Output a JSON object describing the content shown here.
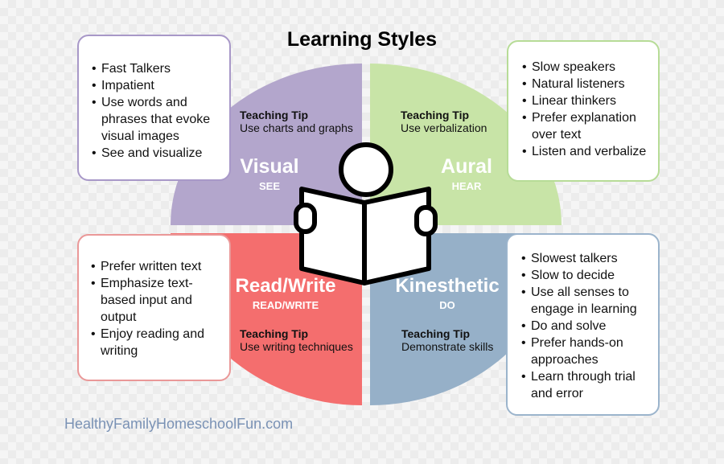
{
  "title": "Learning Styles",
  "colors": {
    "visual": "#b3a6cc",
    "aural": "#c8e4a7",
    "readwrite": "#f46e6e",
    "kinesthetic": "#96b0c8",
    "visual_border": "#a898c8",
    "aural_border": "#b7dc97",
    "readwrite_border": "#ea9898",
    "kinesthetic_border": "#9bb4cc",
    "footer": "#7a92b5"
  },
  "quadrants": {
    "visual": {
      "name": "Visual",
      "sub": "SEE",
      "tip_title": "Teaching Tip",
      "tip": "Use charts and graphs",
      "traits": [
        "Fast Talkers",
        "Impatient",
        "Use words and phrases that evoke visual images",
        "See and visualize"
      ]
    },
    "aural": {
      "name": "Aural",
      "sub": "HEAR",
      "tip_title": "Teaching Tip",
      "tip": "Use verbalization",
      "traits": [
        "Slow speakers",
        "Natural listeners",
        "Linear thinkers",
        "Prefer explanation over text",
        "Listen and verbalize"
      ]
    },
    "readwrite": {
      "name": "Read/Write",
      "sub": "READ/WRITE",
      "tip_title": "Teaching Tip",
      "tip": "Use writing techniques",
      "traits": [
        "Prefer written text",
        "Emphasize text-based input and output",
        "Enjoy reading and writing"
      ]
    },
    "kinesthetic": {
      "name": "Kinesthetic",
      "sub": "DO",
      "tip_title": "Teaching Tip",
      "tip": "Demonstrate skills",
      "traits": [
        "Slowest talkers",
        "Slow to decide",
        "Use all senses to engage in learning",
        "Do and solve",
        "Prefer hands-on approaches",
        "Learn through trial and error"
      ]
    }
  },
  "center_icon": "reading-person-icon",
  "footer": "HealthyFamilyHomeschoolFun.com"
}
